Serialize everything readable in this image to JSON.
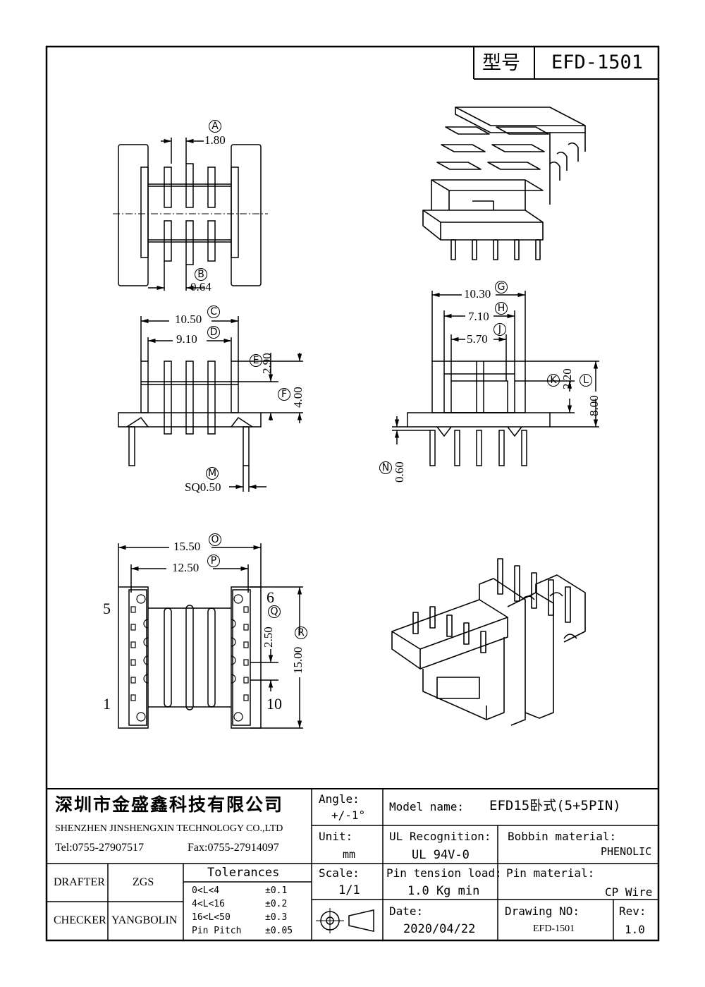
{
  "model_box": {
    "label": "型号",
    "value": "EFD-1501"
  },
  "dims": {
    "A": {
      "letter": "A",
      "value": "1.80"
    },
    "B": {
      "letter": "B",
      "value": "0.64"
    },
    "C": {
      "letter": "C",
      "value": "10.50"
    },
    "D": {
      "letter": "D",
      "value": "9.10"
    },
    "E": {
      "letter": "E",
      "value": "2.90"
    },
    "F": {
      "letter": "F",
      "value": "4.00"
    },
    "G": {
      "letter": "G",
      "value": "10.30"
    },
    "H": {
      "letter": "H",
      "value": "7.10"
    },
    "J": {
      "letter": "J",
      "value": "5.70"
    },
    "K": {
      "letter": "K",
      "value": "2.20"
    },
    "L": {
      "letter": "L",
      "value": "8.00"
    },
    "M": {
      "letter": "M",
      "value": "SQ0.50"
    },
    "N": {
      "letter": "N",
      "value": "0.60"
    },
    "O": {
      "letter": "O",
      "value": "15.50"
    },
    "P": {
      "letter": "P",
      "value": "12.50"
    },
    "Q": {
      "letter": "Q",
      "value": "2.50"
    },
    "R": {
      "letter": "R",
      "value": "15.00"
    }
  },
  "pin_numbers": {
    "top_left": "5",
    "top_right": "6",
    "bottom_left": "1",
    "bottom_right": "10"
  },
  "title_block": {
    "company_cn": "深圳市金盛鑫科技有限公司",
    "company_en": "SHENZHEN JINSHENGXIN TECHNOLOGY CO.,LTD",
    "tel": "Tel:0755-27907517",
    "fax": "Fax:0755-27914097",
    "angle_label": "Angle:",
    "angle_value": "+/-1°",
    "unit_label": "Unit:",
    "unit_value": "mm",
    "scale_label": "Scale:",
    "scale_value": "1/1",
    "model_name_label": "Model name:",
    "model_name_value": "EFD15卧式(5+5PIN)",
    "ul_label": "UL Recognition:",
    "ul_value": "UL 94V-0",
    "bobbin_label": "Bobbin material:",
    "bobbin_value": "PHENOLIC",
    "pin_tension_label": "Pin tension load:",
    "pin_tension_value": "1.0 Kg min",
    "pin_material_label": "Pin material:",
    "pin_material_value": "CP Wire",
    "date_label": "Date:",
    "date_value": "2020/04/22",
    "drawing_no_label": "Drawing NO:",
    "drawing_no_value": "EFD-1501",
    "rev_label": "Rev:",
    "rev_value": "1.0",
    "drafter_label": "DRAFTER",
    "drafter_value": "ZGS",
    "checker_label": "CHECKER",
    "checker_value": "YANGBOLIN",
    "tolerances_title": "Tolerances",
    "tolerances": [
      {
        "range": "0<L<4",
        "tol": "±0.1"
      },
      {
        "range": "4<L<16",
        "tol": "±0.2"
      },
      {
        "range": "16<L<50",
        "tol": "±0.3"
      },
      {
        "range": "Pin Pitch",
        "tol": "±0.05"
      }
    ]
  }
}
